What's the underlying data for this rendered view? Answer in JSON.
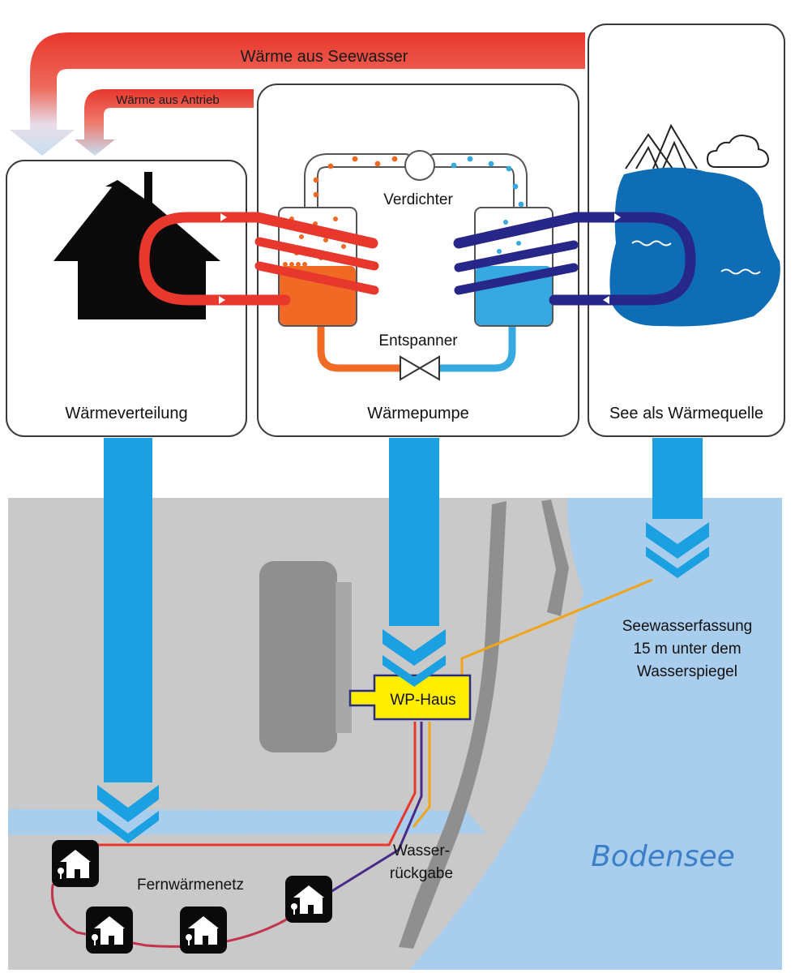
{
  "top_arrows": {
    "seawater_heat": "Wärme aus Seewasser",
    "drive_heat": "Wärme aus Antrieb"
  },
  "panels": {
    "distribution": "Wärmeverteilung",
    "heat_pump": "Wärmepumpe",
    "lake_source": "See als Wärmequelle"
  },
  "components": {
    "compressor": "Verdichter",
    "expansion_valve": "Entspanner"
  },
  "map": {
    "pump_house": "WP-Haus",
    "intake_line1": "Seewasserfassung",
    "intake_line2": "15 m unter dem",
    "intake_line3": "Wasserspiegel",
    "return_line1": "Wasser-",
    "return_line2": "rückgabe",
    "network": "Fernwärmenetz",
    "lake_name": "Bodensee"
  },
  "colors": {
    "hot_red": "#e8372c",
    "hot_orange": "#f06a25",
    "cold_navy": "#27278a",
    "cold_light": "#37a9e1",
    "lake_blue": "#0f6db5",
    "map_water": "#a9cdec",
    "map_land": "#c9c9c9",
    "flow_arrow": "#1ba0e2",
    "pump_house_fill": "#ffee00"
  }
}
